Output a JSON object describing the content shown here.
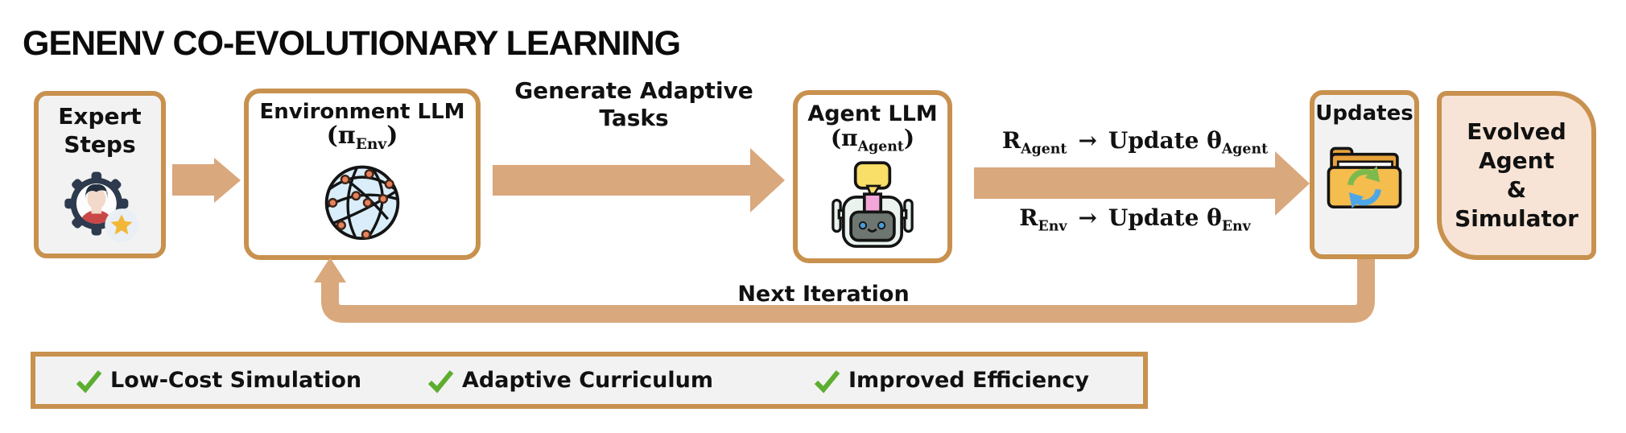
{
  "title": "GENENV CO-EVOLUTIONARY LEARNING",
  "colors": {
    "border_tan": "#C8914E",
    "arrow_tan": "#D9A87D",
    "box_gray": "#F2F2F2",
    "evolved_peach": "#F8E4D6",
    "check_green": "#5CAE2F"
  },
  "nodes": {
    "expert": {
      "line1": "Expert",
      "line2": "Steps"
    },
    "env_llm": {
      "title": "Environment LLM",
      "pi_open": "(π",
      "pi_sub": "Env",
      "pi_close": ")"
    },
    "agent_llm": {
      "title": "Agent LLM",
      "pi_open": "(π",
      "pi_sub": "Agent",
      "pi_close": ")"
    },
    "updates": {
      "title": "Updates"
    },
    "evolved": {
      "line1": "Evolved",
      "line2": "Agent",
      "line3": "&",
      "line4": "Simulator"
    }
  },
  "edges": {
    "generate_tasks": {
      "line1": "Generate Adaptive",
      "line2": "Tasks"
    },
    "r_agent": {
      "r": "R",
      "r_sub": "Agent",
      "arrow": "→",
      "update": "Update θ",
      "theta_sub": "Agent"
    },
    "r_env": {
      "r": "R",
      "r_sub": "Env",
      "arrow": "→",
      "update": "Update θ",
      "theta_sub": "Env"
    },
    "next_iteration": "Next Iteration"
  },
  "footer": {
    "items": [
      {
        "label": "Low-Cost Simulation"
      },
      {
        "label": "Adaptive Curriculum"
      },
      {
        "label": "Improved Efficiency"
      }
    ]
  }
}
